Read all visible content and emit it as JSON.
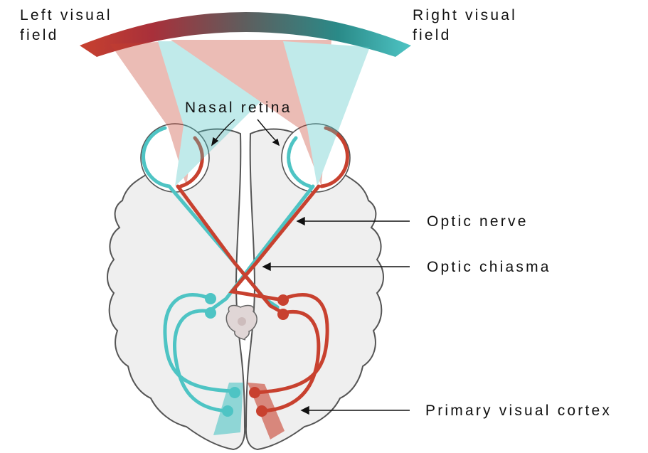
{
  "labels": {
    "left_field_line1": "Left visual",
    "left_field_line2": "field",
    "right_field_line1": "Right visual",
    "right_field_line2": "field",
    "nasal_retina": "Nasal retina",
    "optic_nerve": "Optic nerve",
    "optic_chiasma": "Optic chiasma",
    "primary_visual_cortex": "Primary visual cortex"
  },
  "colors": {
    "left_pathway": "#4ec4c4",
    "right_pathway": "#c8412f",
    "left_field_end": "#c8412f",
    "right_field_end": "#4ec4c4",
    "brain_fill": "#f0f0f0",
    "brain_outline": "#555555"
  }
}
